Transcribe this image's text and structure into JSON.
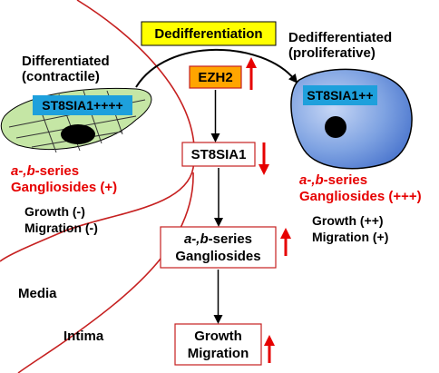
{
  "title_box": "Dedifferentiation",
  "left_cell": {
    "heading_line1": "Differentiated",
    "heading_line2": "(contractile)",
    "gene_label": "ST8SIA1++++",
    "ganglioside_line1_prefix": "a-,b",
    "ganglioside_line1_suffix": "-series",
    "ganglioside_line2": "Gangliosides (+)",
    "growth": "Growth (-)",
    "migration": "Migration (-)"
  },
  "right_cell": {
    "heading_line1": "Dedifferentiated",
    "heading_line2": "(proliferative)",
    "gene_label": "ST8SIA1++",
    "ganglioside_line1_prefix": "a-,b",
    "ganglioside_line1_suffix": "-series",
    "ganglioside_line2": "Gangliosides (+++)",
    "growth": "Growth (++)",
    "migration": "Migration (+)"
  },
  "pathway": {
    "ezh2": "EZH2",
    "st8sia1": "ST8SIA1",
    "gangliosides_line1_prefix": "a-,b",
    "gangliosides_line1_suffix": "-series",
    "gangliosides_line2": "Gangliosides",
    "growth": "Growth",
    "migration": "Migration"
  },
  "layers": {
    "media": "Media",
    "intima": "Intima"
  },
  "colors": {
    "title_box_fill": "#ffff00",
    "ezh2_fill": "#ffa500",
    "gene_label_fill": "#1ea0dc",
    "left_cell_fill": "#c5e6a5",
    "right_cell_fill": "#6f95dc",
    "accent_red": "#e60000"
  }
}
